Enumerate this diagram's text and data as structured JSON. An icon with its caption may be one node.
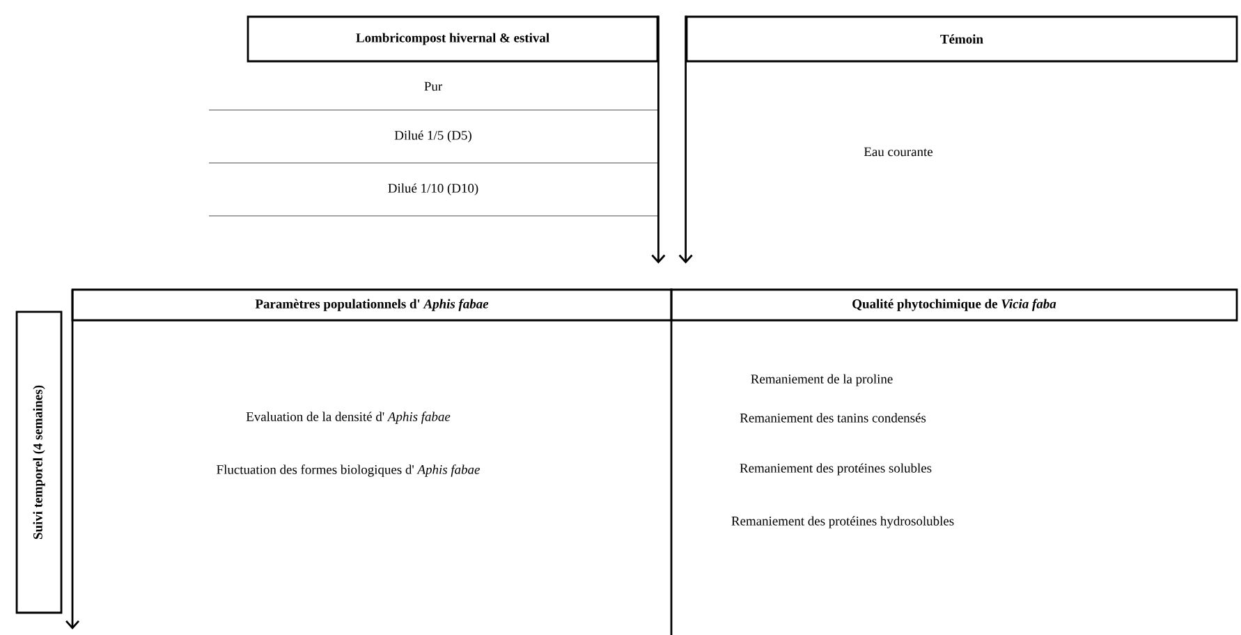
{
  "diagram": {
    "nodes": [
      {
        "text": [
          "Lombricompost hivernal & estival"
        ]
      },
      {
        "text": [
          "Pur"
        ]
      },
      {
        "text": [
          "Dilué 1/5 (D5)"
        ]
      },
      {
        "text": [
          "Dilué 1/10 (D10)"
        ]
      },
      {
        "text": [
          "Témoin"
        ]
      },
      {
        "text": [
          "Eau courante"
        ]
      },
      {
        "text": [
          "Paramètres populationnels d' *Aphis fabae*"
        ]
      },
      {
        "text": [
          "Evaluation de la densité d' *Aphis fabae*"
        ]
      },
      {
        "text": [
          "Fluctuation des formes biologiques d' *Aphis fabae*"
        ]
      },
      {
        "text": [
          "Qualité phytochimique de *Vicia faba*"
        ]
      },
      {
        "text": [
          "Remaniement de la proline"
        ]
      },
      {
        "text": [
          "Remaniement des tanins condensés"
        ]
      },
      {
        "text": [
          "Remaniement des protéines solubles"
        ]
      },
      {
        "text": [
          "Remaniement des protéines hydrosolubles"
        ]
      },
      {
        "text": [
          "Suivi temporel (4 semaines)"
        ]
      }
    ],
    "edges": [
      {
        "from": 0,
        "to": 6,
        "arrow": "to"
      },
      {
        "from": 4,
        "to": 9,
        "arrow": "to"
      }
    ]
  }
}
